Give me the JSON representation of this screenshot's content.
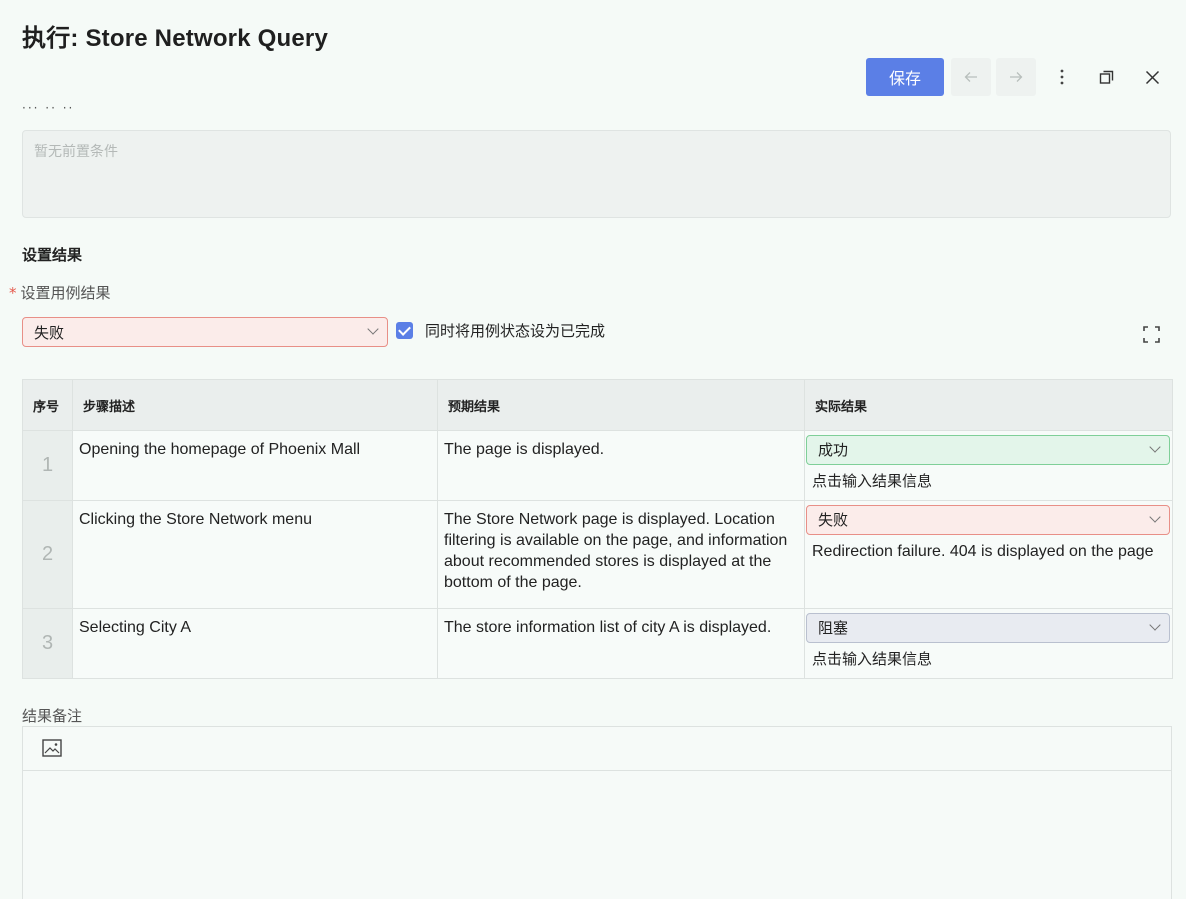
{
  "header": {
    "title": "执行: Store Network Query",
    "save_label": "保存",
    "prev_icon": "arrow-left-icon",
    "next_icon": "arrow-right-icon",
    "more_icon": "more-vertical-icon",
    "window_icon": "restore-window-icon",
    "close_icon": "close-icon"
  },
  "precondition": {
    "placeholder": "暂无前置条件"
  },
  "result_section": {
    "title": "设置结果",
    "field_label": "设置用例结果",
    "selected_value": "失败",
    "checkbox_label": "同时将用例状态设为已完成",
    "checkbox_checked": true
  },
  "table": {
    "headers": [
      "序号",
      "步骤描述",
      "预期结果",
      "实际结果"
    ],
    "rows": [
      {
        "num": "1",
        "step": "Opening the homepage of Phoenix Mall",
        "expected": "The page is displayed.",
        "result": "成功",
        "result_color": "#e3f5ea",
        "result_border": "#7fcf98",
        "info": "点击输入结果信息"
      },
      {
        "num": "2",
        "step": "Clicking the Store Network menu",
        "expected": "The Store Network page is displayed. Location filtering is available on the page, and information about recommended stores is displayed at the bottom of the page.",
        "result": "失败",
        "result_color": "#fbecea",
        "result_border": "#e88f87",
        "info": "Redirection failure. 404 is displayed on the page"
      },
      {
        "num": "3",
        "step": "Selecting City A",
        "expected": "The store information list of city A is displayed.",
        "result": "阻塞",
        "result_color": "#e8ebf1",
        "result_border": "#b9c0cf",
        "info": "点击输入结果信息"
      }
    ]
  },
  "notes": {
    "label": "结果备注",
    "toolbar_icon": "image-icon"
  },
  "colors": {
    "primary": "#5b7fe6",
    "background": "#f5faf7"
  }
}
